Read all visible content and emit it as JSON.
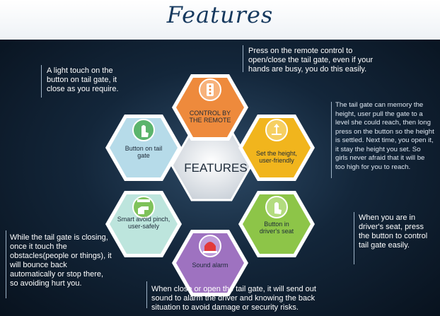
{
  "header": {
    "title": "Features"
  },
  "diagram": {
    "center": "FEATURES",
    "hexes": [
      {
        "id": "remote",
        "label_lines": [
          "CONTROL BY",
          "THE REMOTE"
        ],
        "color": "#ee8a3c",
        "icon": "remote-control-icon"
      },
      {
        "id": "height",
        "label_lines": [
          "Set the height,",
          "user-friendly"
        ],
        "color": "#f1b51d",
        "icon": "height-adjust-icon"
      },
      {
        "id": "driver",
        "label_lines": [
          "Button in",
          "driver's seat"
        ],
        "color": "#8dc548",
        "icon": "touch-button-icon"
      },
      {
        "id": "alarm",
        "label_lines": [
          "Sound alarm"
        ],
        "color": "#9e72c0",
        "icon": "alarm-light-icon"
      },
      {
        "id": "pinch",
        "label_lines": [
          "Smart avoid pinch,",
          "user-safely"
        ],
        "color": "#bde5dd",
        "icon": "hand-pinch-icon"
      },
      {
        "id": "tailbutton",
        "label_lines": [
          "Button on tail",
          "gate"
        ],
        "color": "#b6dbe9",
        "icon": "hand-touch-icon"
      }
    ],
    "descriptions": {
      "remote": "Press on the remote control to open/close the tail gate, even if your hands are busy, you do this easily.",
      "height": "The tail gate can memory the height, user pull the gate to a level she could reach, then long press on the button so the height is settled. Next time, you open it, it stay the height you set. So girls never afraid that it will be too high for you to reach.",
      "driver": "When you are in driver's seat, press the button to control tail gate easily.",
      "alarm": "When close or open the tail gate, it will send out sound to alarm the driver and knowing the back situation to avoid damage or security risks.",
      "pinch": "While the tail gate is closing, once it touch the obstacles(people or things), it will bounce back automatically or stop there, so avoiding hurt you.",
      "tailbutton": "A light touch on the button on tail gate, it close as you require."
    }
  }
}
